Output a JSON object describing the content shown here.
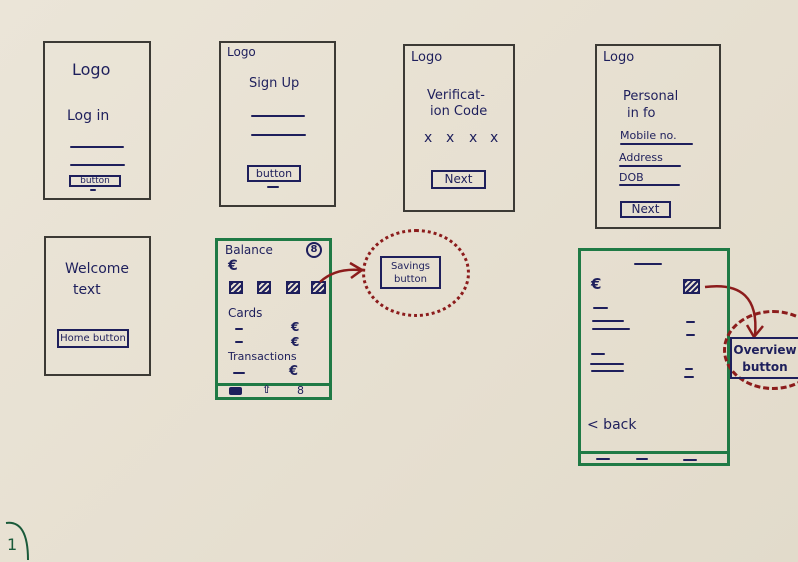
{
  "page": {
    "description": "Hand-drawn mobile banking app wireframe sketch",
    "page_number": "1"
  },
  "colors": {
    "paper": "#e8e1d3",
    "ink": "#1e1f5c",
    "pencil_frame": "#3c3a35",
    "green_frame": "#1f7a45",
    "red_annotation": "#8c1c1c"
  },
  "screens": {
    "login": {
      "logo": "Logo",
      "title": "Log in",
      "button": "button"
    },
    "signup": {
      "logo": "Logo",
      "title": "Sign Up",
      "button": "button"
    },
    "verification": {
      "logo": "Logo",
      "title_line1": "Verificat-",
      "title_line2": "ion Code",
      "code_placeholders": [
        "x",
        "x",
        "x",
        "x"
      ],
      "button": "Next"
    },
    "personal_info": {
      "logo": "Logo",
      "title_line1": "Personal",
      "title_line2": "in fo",
      "fields": [
        "Mobile no.",
        "Address",
        "DOB"
      ],
      "button": "Next"
    },
    "welcome": {
      "text_line1": "Welcome",
      "text_line2": "text",
      "button": "Home button"
    },
    "home": {
      "balance_label": "Balance",
      "currency_symbol": "€",
      "profile_icon": "person-circle-icon",
      "cards_label": "Cards",
      "card_rows": [
        "€",
        "€"
      ],
      "transactions_label": "Transactions",
      "transaction_rows": [
        "€"
      ],
      "nav_icons": [
        "card-icon",
        "arrow-up-icon",
        "person-icon"
      ]
    },
    "savings": {
      "annotation_button": "Savings button"
    },
    "overview": {
      "currency_symbol": "€",
      "back_label": "< back",
      "annotation_button_line1": "Overview",
      "annotation_button_line2": "button"
    }
  },
  "annotations": {
    "savings_line1": "Savings",
    "savings_line2": "button",
    "overview_line1": "Overview",
    "overview_line2": "button"
  }
}
